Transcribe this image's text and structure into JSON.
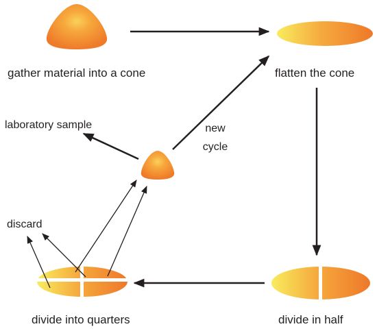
{
  "labels": {
    "gather": "gather material into a cone",
    "flatten": "flatten the cone",
    "new_cycle_line1": "new",
    "new_cycle_line2": "cycle",
    "lab_sample": "laboratory sample",
    "discard": "discard",
    "divide_half": "divide in half",
    "divide_quarters": "divide into quarters"
  },
  "colors": {
    "shape_light": "#f7e85a",
    "shape_mid": "#f6a53a",
    "shape_dark": "#ee7a2a",
    "arrow": "#231f20",
    "text": "#231f20"
  }
}
